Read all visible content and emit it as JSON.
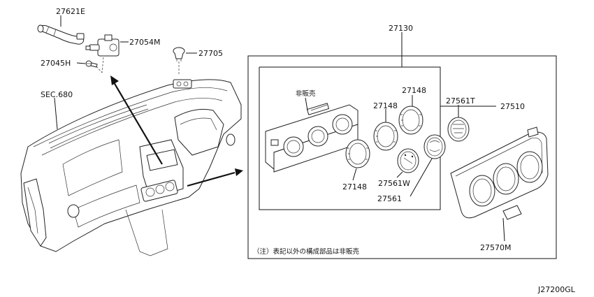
{
  "diagram": {
    "labels": {
      "p27621E": "27621E",
      "p27054M": "27054M",
      "p27045H": "27045H",
      "p27705": "27705",
      "sec680": "SEC.680",
      "p27130": "27130",
      "p27510": "27510",
      "not_for_sale": "非販売",
      "p27148_a": "27148",
      "p27148_b": "27148",
      "p27148_c": "27148",
      "p27561T": "27561T",
      "p27561W": "27561W",
      "p27561": "27561",
      "p27570M": "27570M",
      "note": "（注）表記以外の構成部品は非販売",
      "diagram_code": "J27200GL"
    }
  }
}
